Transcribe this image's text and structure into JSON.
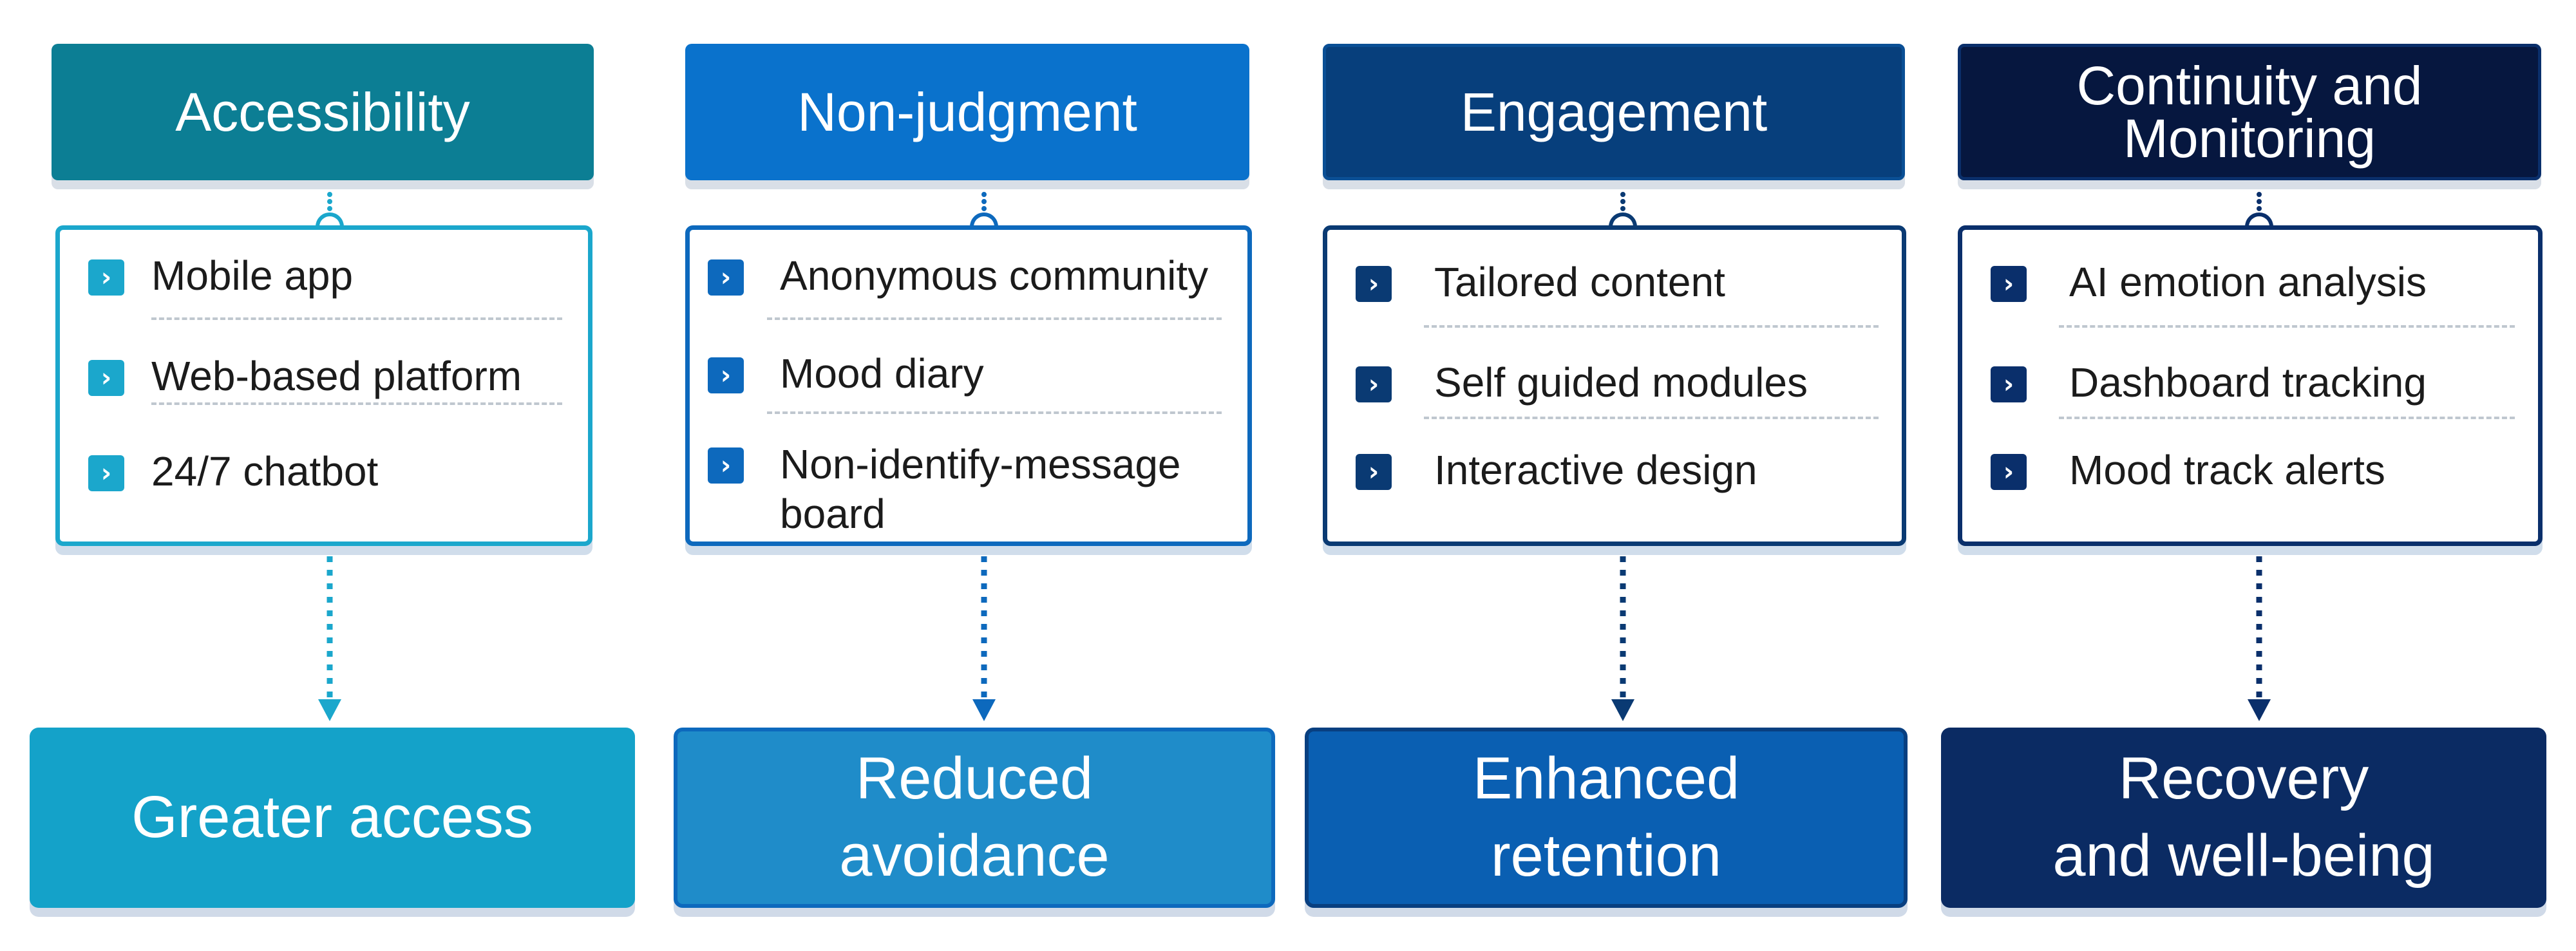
{
  "columns": [
    {
      "title_lines": [
        "Accessibility"
      ],
      "items": [
        "Mobile app",
        "Web-based platform",
        "24/7 chatbot"
      ],
      "outcome_lines": [
        "Greater access"
      ],
      "colors": {
        "header": "#0c7e94",
        "border": "#1ba7cc",
        "chevron": "#1ba7cc",
        "arrow": "#1ba7cc",
        "outcome": "#14a2c9"
      }
    },
    {
      "title_lines": [
        "Non-judgment"
      ],
      "items": [
        "Anonymous community",
        "Mood diary",
        "Non-identify-message\nboard"
      ],
      "outcome_lines": [
        "Reduced",
        "avoidance"
      ],
      "colors": {
        "header": "#0a72cc",
        "border": "#0d69bd",
        "chevron": "#0d69bd",
        "arrow": "#0d69bd",
        "outcome": "#1f8cc9"
      }
    },
    {
      "title_lines": [
        "Engagement"
      ],
      "items": [
        "Tailored content",
        "Self guided modules",
        "Interactive design"
      ],
      "outcome_lines": [
        "Enhanced",
        "retention"
      ],
      "colors": {
        "header": "#073f7c",
        "border": "#0a3a73",
        "chevron": "#0a3a73",
        "arrow": "#0a3a73",
        "outcome": "#0a5fb2"
      }
    },
    {
      "title_lines": [
        "Continuity and",
        "Monitoring"
      ],
      "items": [
        "AI emotion analysis",
        "Dashboard tracking",
        "Mood track alerts"
      ],
      "outcome_lines": [
        "Recovery",
        "and well-being"
      ],
      "colors": {
        "header": "#06173f",
        "border": "#0a2f6b",
        "chevron": "#0a2f6b",
        "arrow": "#0a2f6b",
        "outcome": "#0b2b63"
      }
    }
  ]
}
